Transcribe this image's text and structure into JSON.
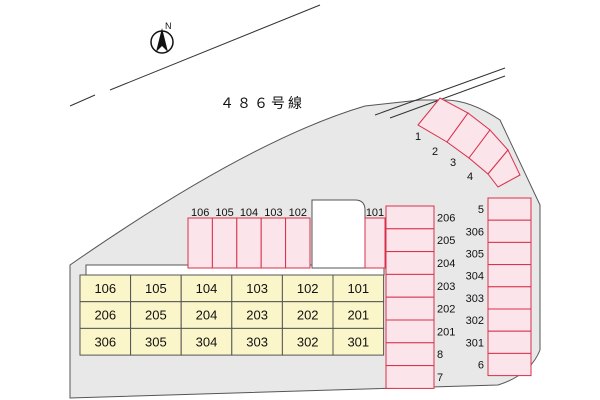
{
  "road": {
    "name": "４８６号線"
  },
  "compass": {
    "label": "N"
  },
  "building": {
    "floors": [
      [
        "106",
        "105",
        "104",
        "103",
        "102",
        "101"
      ],
      [
        "206",
        "205",
        "204",
        "203",
        "202",
        "201"
      ],
      [
        "306",
        "305",
        "304",
        "303",
        "302",
        "301"
      ]
    ]
  },
  "parking": {
    "top_row": [
      "106",
      "105",
      "104",
      "103",
      "102"
    ],
    "right_small": "101",
    "column_labels": [
      "206",
      "205",
      "204",
      "203",
      "202",
      "201",
      "8",
      "7"
    ],
    "diagonal_labels": [
      "1",
      "2",
      "3",
      "4"
    ],
    "right_labels": [
      "5",
      "306",
      "305",
      "304",
      "303",
      "302",
      "301",
      "6"
    ]
  },
  "colors": {
    "lot": "#e8e8e8",
    "parking_fill": "#fbe4ea",
    "parking_stroke": "#d9304a",
    "unit_fill": "#fbf6c9"
  }
}
